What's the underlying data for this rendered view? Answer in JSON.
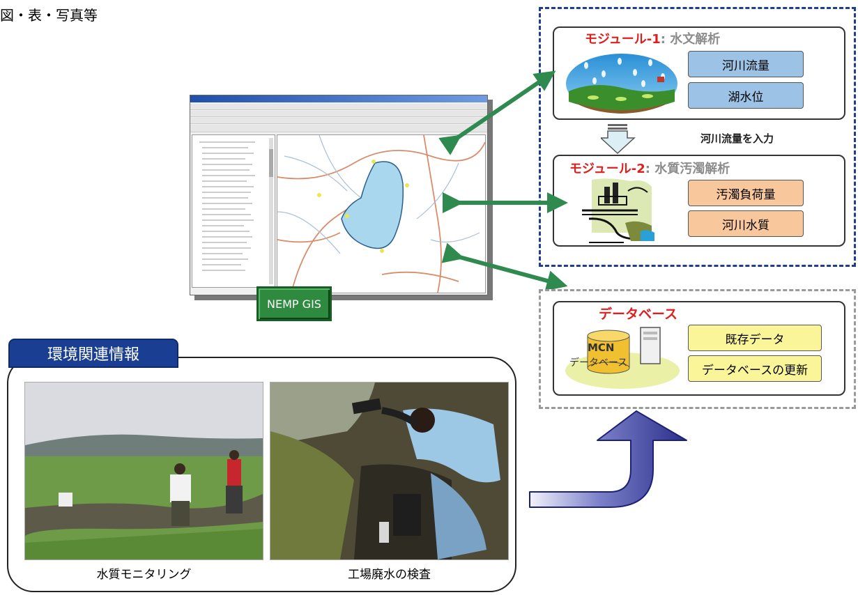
{
  "header": {
    "text": "図・表・写真等"
  },
  "gis": {
    "badge": "NEMP GIS"
  },
  "module1": {
    "title_prefix": "モジュール-1",
    "title_sep": ": ",
    "title_suffix": "水文解析",
    "items": [
      "河川流量",
      "湖水位"
    ]
  },
  "flow_label": "河川流量を入力",
  "module2": {
    "title_prefix": "モジュール-2",
    "title_sep": ": ",
    "title_suffix": "水質汚濁解析",
    "items": [
      "汚濁負荷量",
      "河川水質"
    ]
  },
  "database": {
    "title": "データベース",
    "cyl_top": "MCN",
    "cyl_bottom": "データベース",
    "items": [
      "既存データ",
      "データベースの更新"
    ]
  },
  "env": {
    "tab": "環境関連情報",
    "photos": [
      {
        "caption": "水質モニタリング"
      },
      {
        "caption": "工場廃水の検査"
      }
    ]
  },
  "colors": {
    "red": "#e01e1e",
    "navy": "#1a3f92",
    "green_arrow": "#2f8a4f",
    "pill_blue": "#9cc3e6",
    "pill_orange": "#f8c79b",
    "pill_yellow": "#fbf59a"
  }
}
